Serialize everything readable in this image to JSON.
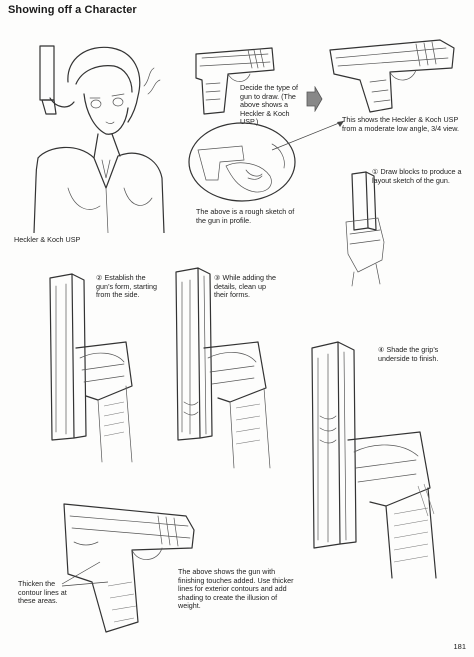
{
  "header": {
    "title": "Showing off a Character"
  },
  "captions": {
    "caption_character": "Heckler & Koch USP",
    "caption_decide": "Decide the type of gun to draw. (The above shows a Heckler & Koch USP.)",
    "caption_angle": "This shows the Heckler & Koch USP from a moderate low angle, 3/4 view.",
    "caption_rough": "The above is a rough sketch of the gun in profile.",
    "step1": "① Draw blocks to produce a layout sketch of the gun.",
    "step2": "② Establish the gun’s form, starting from the side.",
    "step3": "③ While adding the details, clean up their forms.",
    "step4": "④ Shade the grip’s underside to finish.",
    "caption_thicken": "Thicken the contour lines at these areas.",
    "caption_finish": "The above shows the gun with finishing touches added. Use thicker lines for exterior contours and add shading to create the illusion of weight."
  },
  "footer": {
    "page_number": "181"
  }
}
